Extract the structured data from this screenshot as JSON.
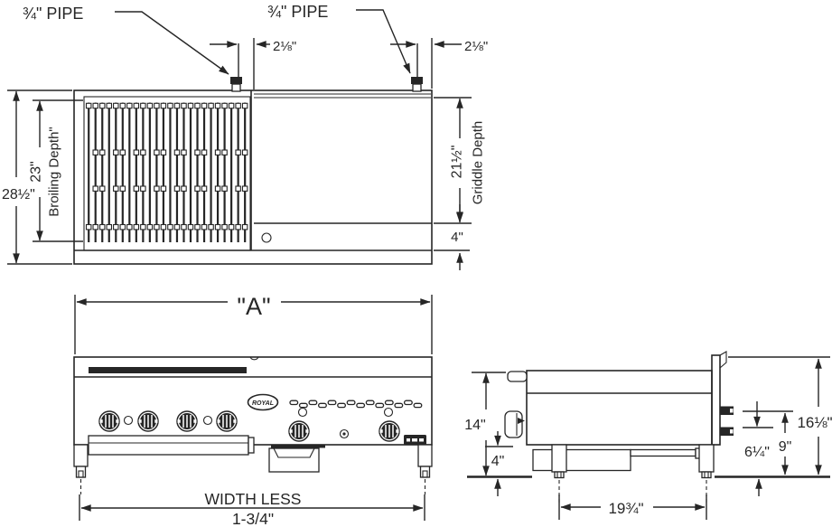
{
  "labels": {
    "pipe_left": "¾\" PIPE",
    "pipe_right": "¾\" PIPE",
    "pipe_offset_left": "2⅛\"",
    "pipe_offset_right": "2⅛\"",
    "overall_depth": "28½\"",
    "broiling_depth_value": "23\"",
    "broiling_depth_label": "Broiling Depth\"",
    "griddle_depth_value": "21½\"",
    "griddle_depth_label": "Griddle Depth",
    "front_ledge_depth": "4\"",
    "overall_width": "\"A\"",
    "width_less_line1": "WIDTH LESS",
    "width_less_line2": "1-3/4\"",
    "brand": "ROYAL",
    "front_height": "14\"",
    "leg_height": "4\"",
    "overall_height": "16⅛\"",
    "upper_connection_height": "9\"",
    "lower_connection_height": "6¼\"",
    "base_depth": "19¾\""
  },
  "colors": {
    "line": "#262626",
    "background": "#ffffff"
  }
}
